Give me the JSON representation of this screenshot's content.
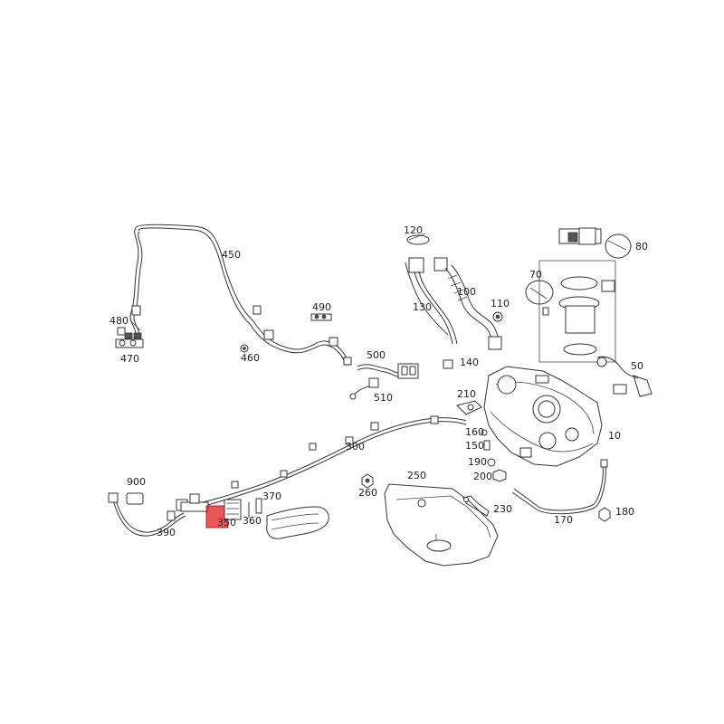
{
  "diagram": {
    "highlight_color": "#e02020",
    "labels": {
      "p10": "10",
      "p50": "50",
      "p70": "70",
      "p80": "80",
      "p100": "100",
      "p110": "110",
      "p120": "120",
      "p130": "130",
      "p140": "140",
      "p150": "150",
      "p160": "160",
      "p170": "170",
      "p180": "180",
      "p190": "190",
      "p200": "200",
      "p210": "210",
      "p230": "230",
      "p250": "250",
      "p260": "260",
      "p300": "300",
      "p350": "350",
      "p360": "360",
      "p370": "370",
      "p390": "390",
      "p450": "450",
      "p460": "460",
      "p470": "470",
      "p480": "480",
      "p490": "490",
      "p500": "500",
      "p510": "510",
      "p900": "900"
    }
  }
}
